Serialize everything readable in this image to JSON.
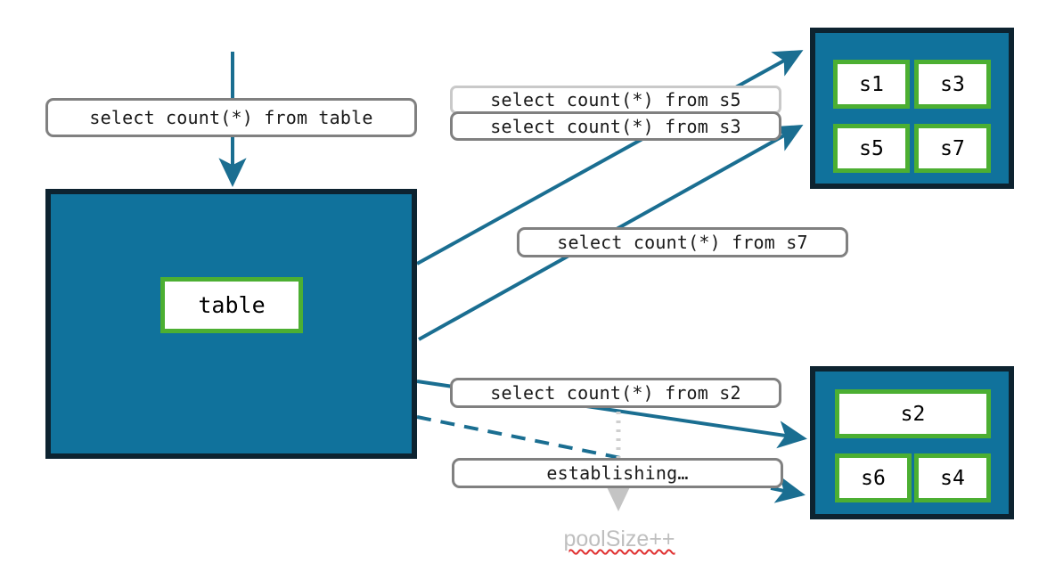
{
  "diagram": {
    "title": "connection pool query routing diagram",
    "colors": {
      "container_fill": "#10729C",
      "container_border": "#0D2330",
      "node_border": "#4CAF32",
      "node_fill": "#FFFFFF",
      "arrow": "#1A6E91",
      "chip_border": "#808080",
      "chip_border_light": "#C9C9C9",
      "muted_text": "#BFBFBF",
      "spellcheck_underline": "#E03030"
    }
  },
  "chips": {
    "table_query": "select count(*) from table",
    "s5_query": "select count(*) from s5",
    "s3_query": "select count(*) from s3",
    "s7_query": "select count(*) from s7",
    "s2_query": "select count(*) from s2",
    "establishing": "establishing…"
  },
  "table_container": {
    "node_label": "table"
  },
  "pool_top": {
    "nodes": [
      {
        "label": "s1"
      },
      {
        "label": "s3"
      },
      {
        "label": "s5"
      },
      {
        "label": "s7"
      }
    ]
  },
  "pool_bottom": {
    "nodes": [
      {
        "label": "s2"
      },
      {
        "label": "s6"
      },
      {
        "label": "s4"
      }
    ]
  },
  "annotations": {
    "pool_size": "poolSize++"
  }
}
